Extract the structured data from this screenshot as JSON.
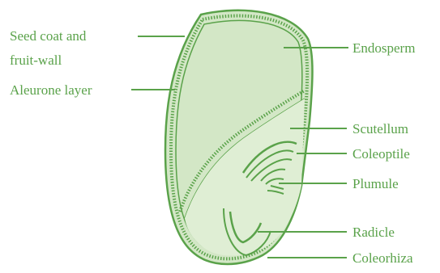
{
  "colors": {
    "stroke": "#5aa24a",
    "endosperm_fill": "#d3e7c6",
    "embryo_fill": "#d3e7c6",
    "label_text": "#5aa24a",
    "background": "#ffffff"
  },
  "labels": {
    "seed_coat_line1": "Seed coat and",
    "seed_coat_line2": "fruit-wall",
    "aleurone": "Aleurone layer",
    "endosperm": "Endosperm",
    "scutellum": "Scutellum",
    "coleoptile": "Coleoptile",
    "plumule": "Plumule",
    "radicle": "Radicle",
    "coleorhiza": "Coleorhiza"
  }
}
